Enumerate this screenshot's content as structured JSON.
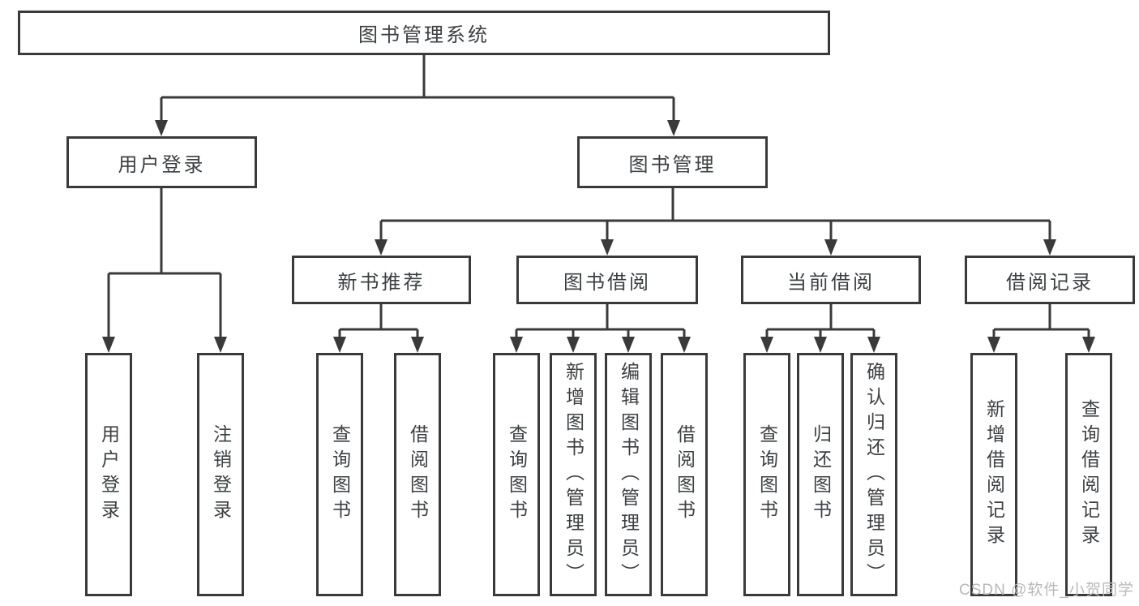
{
  "nodes": {
    "root": "图书管理系统",
    "user_login_branch": {
      "label": "用户登录",
      "children": [
        "用户登录",
        "注销登录"
      ]
    },
    "book_mgmt_branch": {
      "label": "图书管理",
      "groups": [
        {
          "label": "新书推荐",
          "children": [
            "查询图书",
            "借阅图书"
          ]
        },
        {
          "label": "图书借阅",
          "children": [
            "查询图书",
            "新增图书（管理员）",
            "编辑图书（管理员）",
            "借阅图书"
          ]
        },
        {
          "label": "当前借阅",
          "children": [
            "查询图书",
            "归还图书",
            "确认归还（管理员）"
          ]
        },
        {
          "label": "借阅记录",
          "children": [
            "新增借阅记录",
            "查询借阅记录"
          ]
        }
      ]
    }
  },
  "watermark": "CSDN @软件_小贺同学",
  "colors": {
    "line": "#3a3a3a",
    "text": "#3c4043",
    "watermark": "#b9b9b9",
    "background": "#ffffff"
  }
}
